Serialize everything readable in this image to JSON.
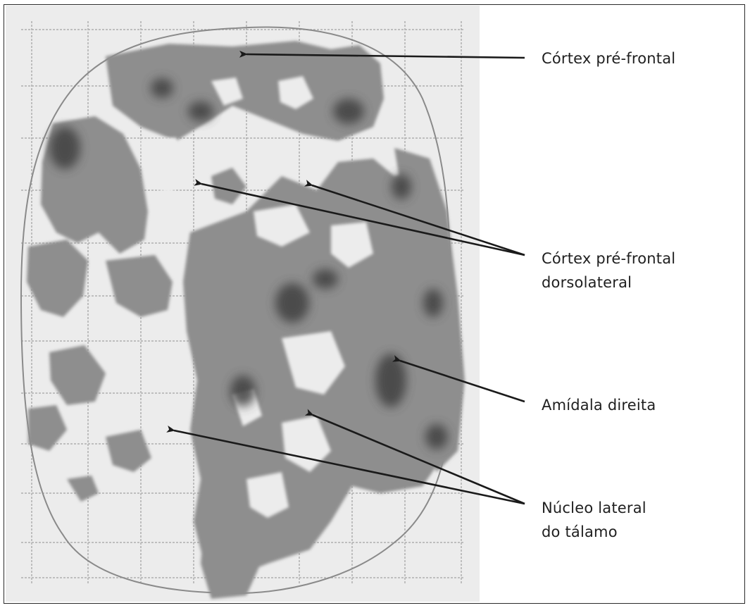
{
  "labels": {
    "prefrontal_cortex": "Córtex pré-frontal",
    "dorsolateral_line1": "Córtex pré-frontal",
    "dorsolateral_line2": "dorsolateral",
    "right_amygdala": "Amídala direita",
    "thalamus_line1": "Núcleo lateral",
    "thalamus_line2": "do tálamo"
  },
  "colors": {
    "scan_background": "#eeeeee",
    "activation_light": "#8f8f8f",
    "activation_dark": "#3f3f3f",
    "grid": "#a9a9a9",
    "arrow": "#1a1a1a",
    "text": "#1f1f1f"
  }
}
